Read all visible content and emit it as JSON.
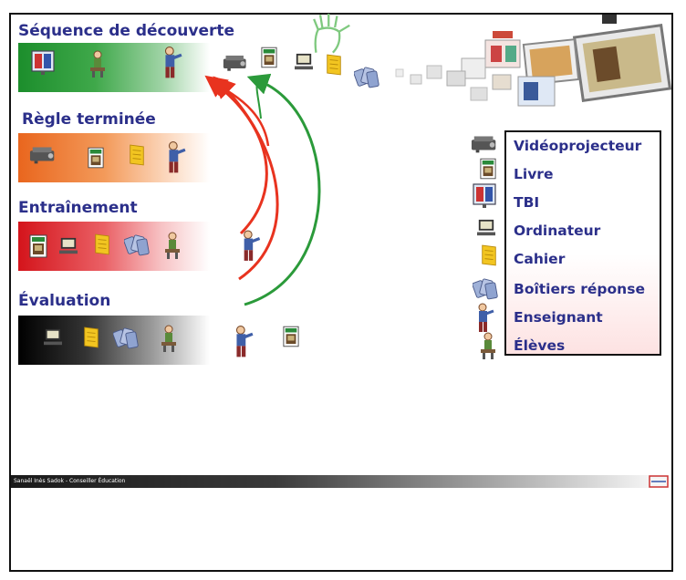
{
  "sections": [
    {
      "id": "decouverte",
      "title": "Séquence de découverte",
      "color": "#2b2f8a"
    },
    {
      "id": "regle",
      "title": "Règle terminée",
      "color": "#2b2f8a"
    },
    {
      "id": "entrainement",
      "title": "Entraînement",
      "color": "#2b2f8a"
    },
    {
      "id": "evaluation",
      "title": "Évaluation",
      "color": "#2b2f8a"
    }
  ],
  "legend": {
    "items": [
      {
        "label": "Vidéoprojecteur",
        "icon": "projector-icon"
      },
      {
        "label": "Livre",
        "icon": "book-icon"
      },
      {
        "label": "TBI",
        "icon": "interactive-whiteboard-icon"
      },
      {
        "label": "Ordinateur",
        "icon": "computer-icon"
      },
      {
        "label": "Cahier",
        "icon": "notebook-icon"
      },
      {
        "label": "Boîtiers réponse",
        "icon": "clicker-icon"
      },
      {
        "label": "Enseignant",
        "icon": "teacher-icon"
      },
      {
        "label": "Élèves",
        "icon": "students-icon"
      }
    ]
  },
  "footer": {
    "text": "Sanaël Inès Sadok - Conseiller Éducation"
  },
  "colors": {
    "title": "#2b2f8a",
    "green_band": "#1c8e2c",
    "orange_band": "#e9661e",
    "red_band": "#d4141b",
    "black_band": "#000000",
    "arrow_red": "#e8331f",
    "arrow_green": "#2b9a3a"
  }
}
